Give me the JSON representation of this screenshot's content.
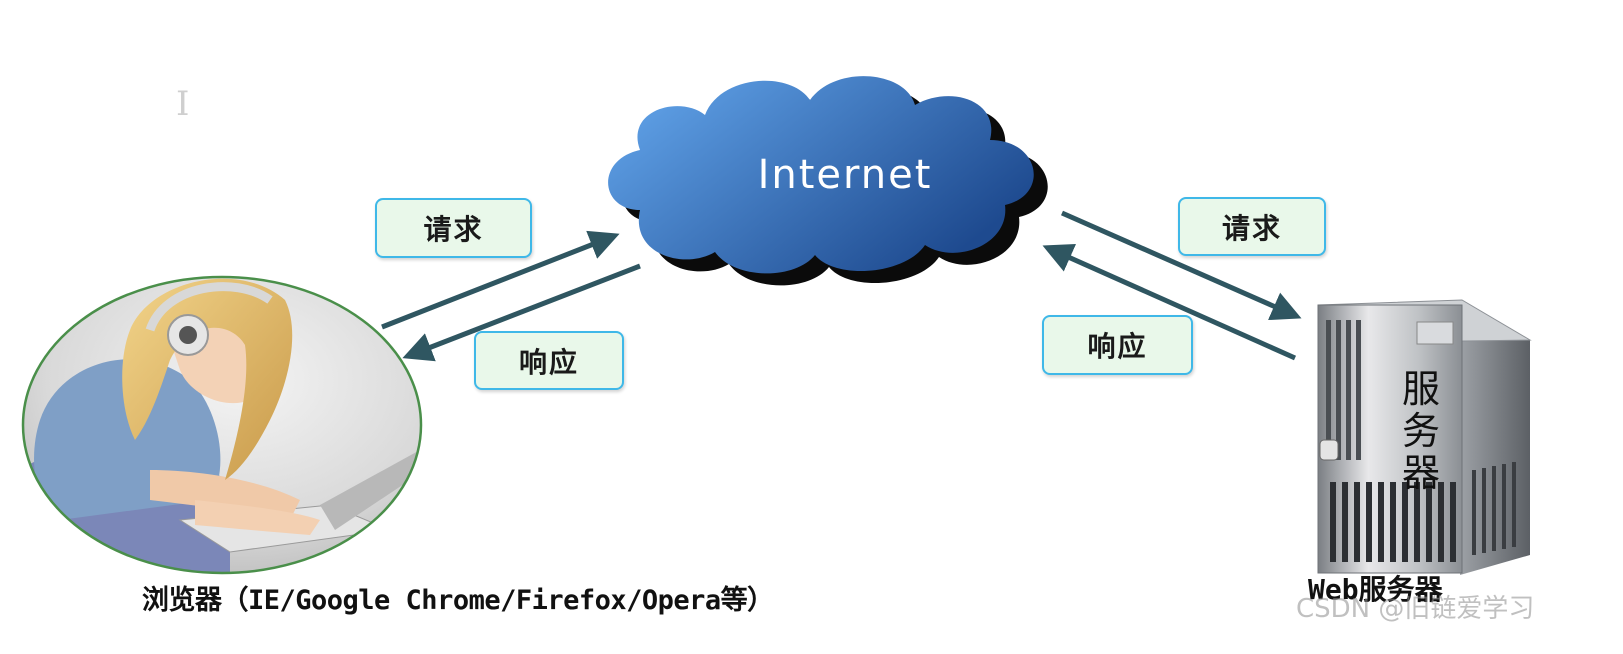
{
  "cloud": {
    "label": "Internet"
  },
  "labels": {
    "request_left": "请求",
    "response_left": "响应",
    "request_right": "请求",
    "response_right": "响应"
  },
  "browser": {
    "caption": "浏览器（IE/Google Chrome/Firefox/Opera等）"
  },
  "server": {
    "body_text": "服\n务\n器",
    "caption": "Web服务器"
  },
  "watermark": "CSDN @旧链爱学习",
  "colors": {
    "cloud_light": "#5fa3e8",
    "cloud_dark": "#1f4e96",
    "arrow": "#2f5661",
    "box_fill": "#e9f8ea",
    "box_border": "#3fb8e8"
  }
}
